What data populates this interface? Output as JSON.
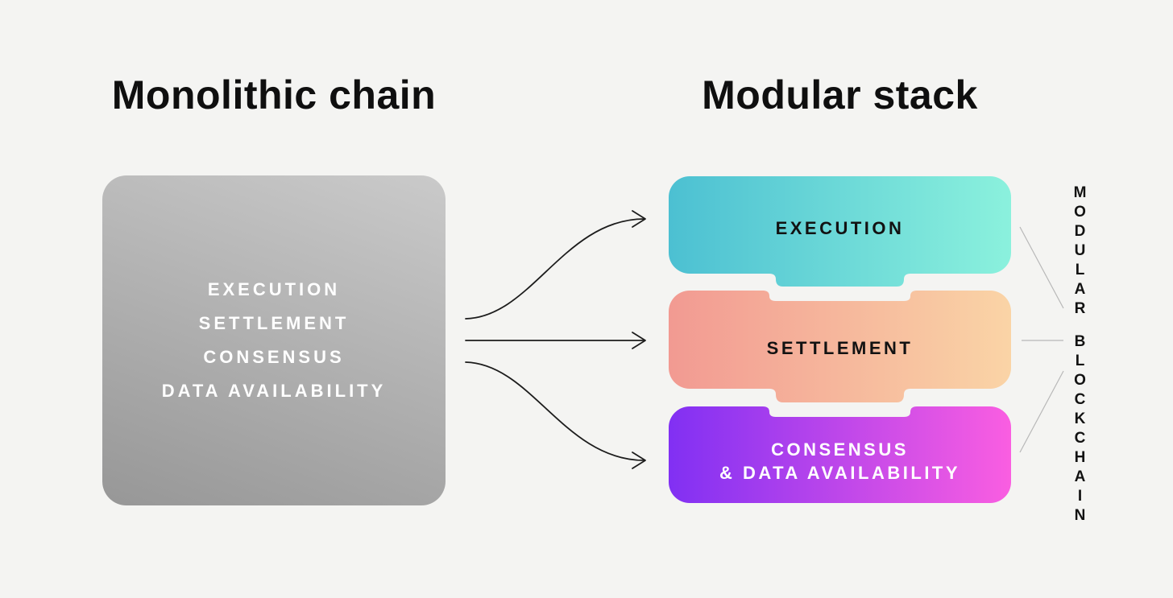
{
  "page": {
    "background_color": "#f4f4f2",
    "text_color": "#0f0f0f"
  },
  "left": {
    "title": "Monolithic chain",
    "box": {
      "layers": [
        "EXECUTION",
        "SETTLEMENT",
        "CONSENSUS",
        "DATA AVAILABILITY"
      ],
      "text_color": "#ffffff",
      "gradient": {
        "from": "#cacaca",
        "to": "#979797"
      }
    }
  },
  "right": {
    "title": "Modular stack",
    "blocks": [
      {
        "label": "EXECUTION",
        "text_color": "#121212",
        "gradient": {
          "from": "#4cc0d2",
          "to": "#8bf1dd"
        }
      },
      {
        "label": "SETTLEMENT",
        "text_color": "#121212",
        "gradient": {
          "from": "#f29a92",
          "to": "#fad4a6"
        }
      },
      {
        "label_line1": "CONSENSUS",
        "label_line2": "& DATA AVAILABILITY",
        "text_color": "#ffffff",
        "gradient": {
          "from": "#8130f3",
          "to": "#fa5ee1"
        }
      }
    ],
    "side_label": {
      "word1": "MODULAR",
      "word2": "BLOCKCHAIN"
    }
  },
  "connectors": {
    "arrow_color": "#1c1c1c",
    "brace_line_color": "#b8b8b8"
  }
}
